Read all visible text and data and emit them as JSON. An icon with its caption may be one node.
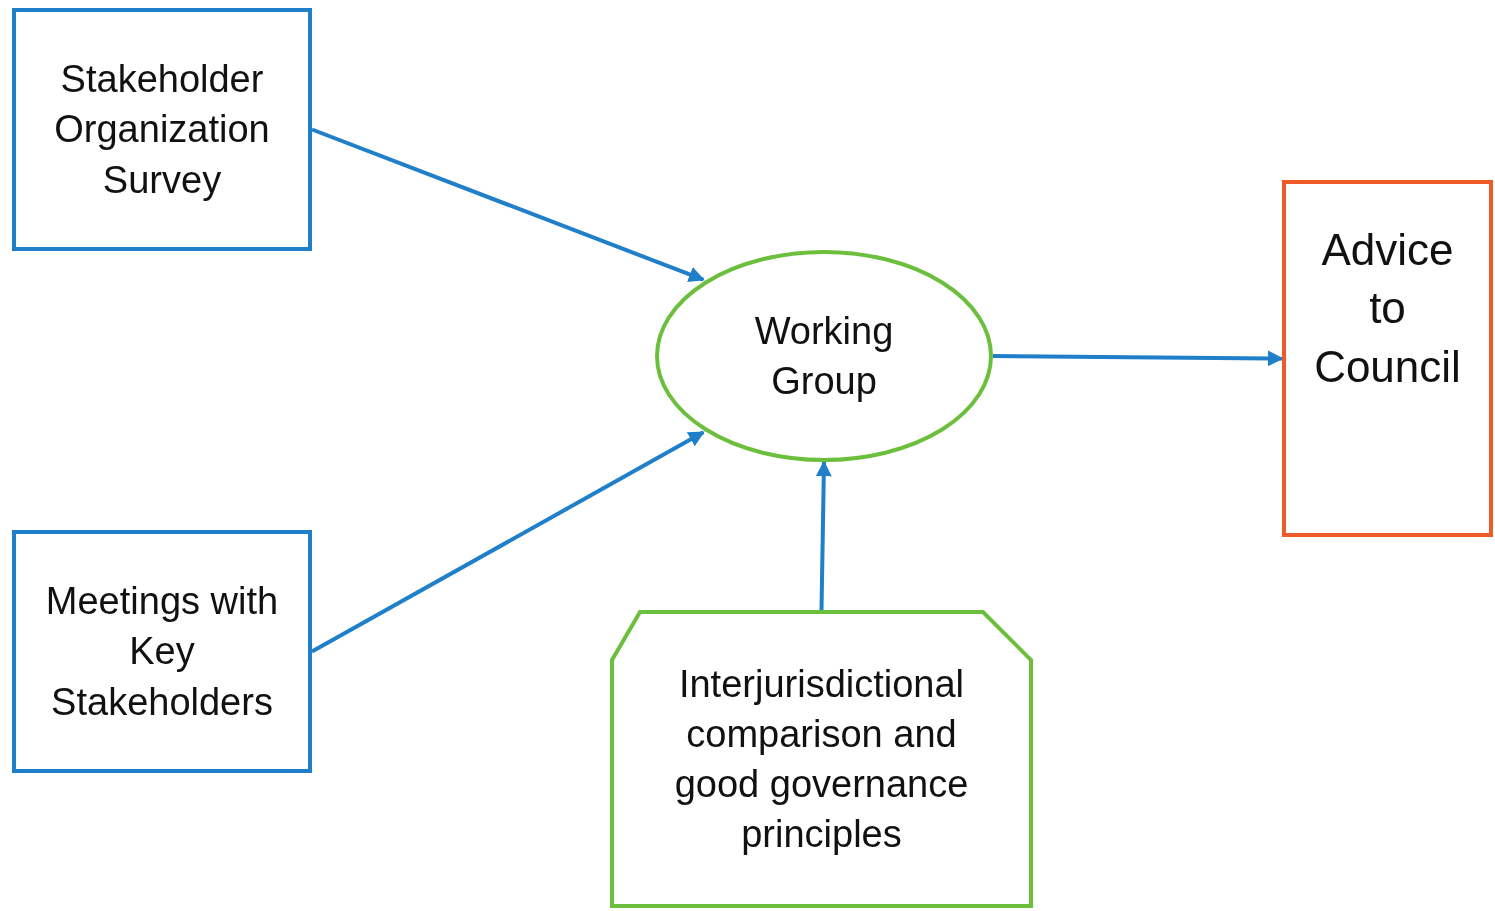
{
  "diagram": {
    "nodes": [
      {
        "text": [
          "Stakeholder Organization Survey"
        ]
      },
      {
        "text": [
          "Working Group"
        ]
      },
      {
        "text": [
          "Advice to Council"
        ]
      },
      {
        "text": [
          "Meetings with Key Stakeholders"
        ]
      },
      {
        "text": [
          "Interjurisdictional comparison and good governance principles"
        ]
      }
    ],
    "edges": [
      {
        "from": 0,
        "to": 1,
        "arrow": "to"
      },
      {
        "from": 3,
        "to": 1,
        "arrow": "to"
      },
      {
        "from": 1,
        "to": 2,
        "arrow": "to"
      },
      {
        "from": 4,
        "to": 1,
        "arrow": "to"
      }
    ]
  }
}
